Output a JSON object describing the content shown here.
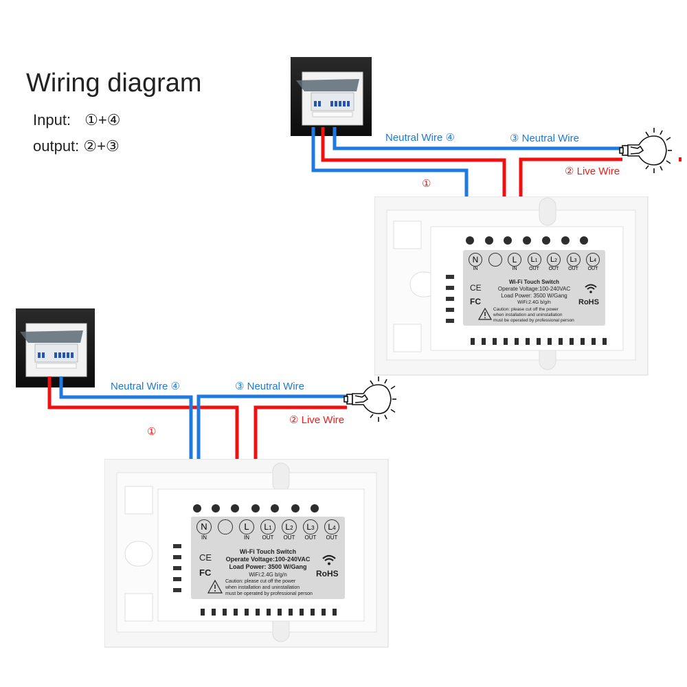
{
  "title": "Wiring diagram",
  "legend": {
    "input_label": "Input:",
    "input_value": "①+④",
    "output_label": "output:",
    "output_value": "②+③"
  },
  "colors": {
    "neutral": "#1f7ae0",
    "live": "#f01010",
    "label_blue": "#1b79d6",
    "label_red": "#ef1b1b",
    "sticker": "#d9d9d9"
  },
  "diagrams": [
    {
      "id": "top",
      "wires": {
        "neutral_in_label": "Neutral Wire ④",
        "neutral_out_label": "③ Neutral Wire",
        "live_in_label": "①",
        "live_out_label": "② Live Wire"
      }
    },
    {
      "id": "bottom",
      "wires": {
        "neutral_in_label": "Neutral Wire ④",
        "neutral_out_label": "③ Neutral Wire",
        "live_in_label": "①",
        "live_out_label": "② Live Wire"
      }
    }
  ],
  "switch_label": {
    "terminals": [
      {
        "symbol": "N",
        "sub": "",
        "caption": "IN"
      },
      {
        "symbol": "",
        "sub": "",
        "caption": ""
      },
      {
        "symbol": "L",
        "sub": "",
        "caption": "IN"
      },
      {
        "symbol": "L",
        "sub": "1",
        "caption": "OUT"
      },
      {
        "symbol": "L",
        "sub": "2",
        "caption": "OUT"
      },
      {
        "symbol": "L",
        "sub": "3",
        "caption": "OUT"
      },
      {
        "symbol": "L",
        "sub": "4",
        "caption": "OUT"
      }
    ],
    "product": "Wi-Fi Touch Switch",
    "voltage": "Operate Voltage:100-240VAC",
    "load": "Load Power: 3500 W/Gang",
    "wifi": "WiFi:2.4G b/g/n",
    "caution_1": "Caution: please cut off the power",
    "caution_2": "when installation and uninstallation",
    "caution_3": "must be operated by professional person",
    "ce": "CE",
    "fc": "FC",
    "rohs": "RoHS"
  }
}
